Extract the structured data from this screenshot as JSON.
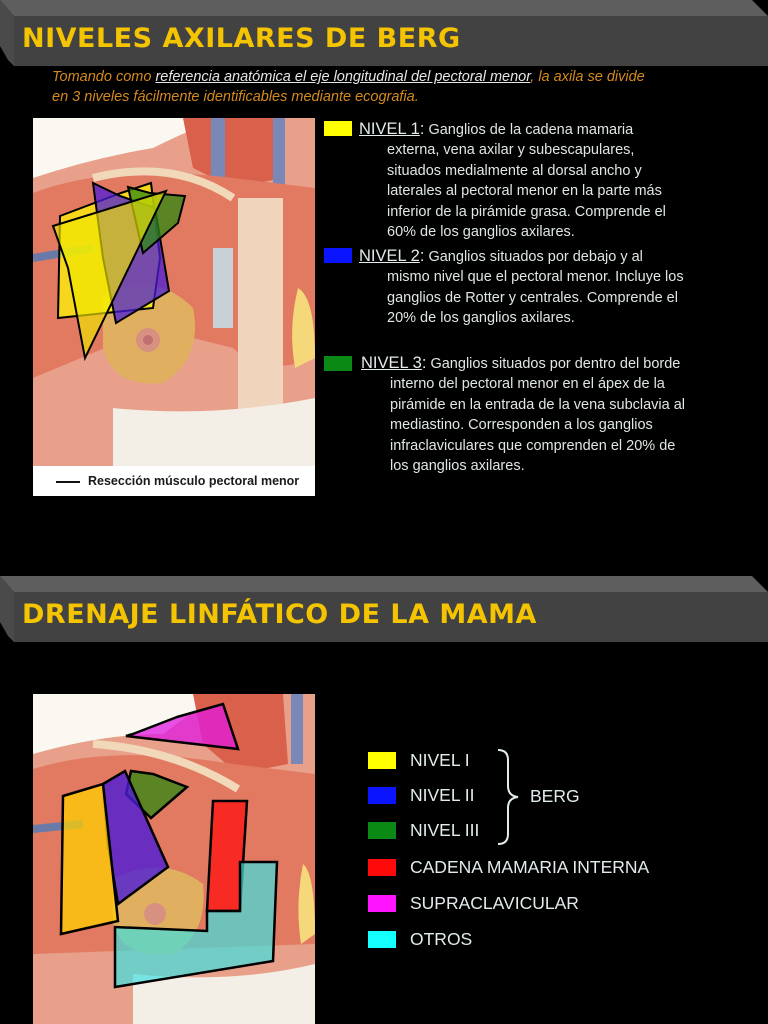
{
  "slide1": {
    "title": "NIVELES AXILARES DE BERG",
    "intro": {
      "prefix": "Tomando como ",
      "underlined": "referencia anatómica el eje longitudinal del pectoral menor",
      "suffix_line1": ", la axila se divide",
      "line2": "en 3 niveles  fácilmente identificables mediante ecografia."
    },
    "image_caption": "Resección músculo pectoral menor",
    "levels": [
      {
        "name": "NIVEL 1",
        "color": "#ffff00",
        "first_line": "Ganglios de la cadena mamaria",
        "body": [
          "externa, vena axilar y subescapulares,",
          "situados medialmente al dorsal ancho y",
          "laterales al pectoral menor en la parte más",
          "inferior de la pirámide grasa. Comprende el",
          "60% de los ganglios axilares."
        ]
      },
      {
        "name": "NIVEL 2",
        "color": "#0a14ff",
        "first_line": "Ganglios situados por debajo y al",
        "body": [
          "mismo nivel que el pectoral menor. Incluye los",
          "ganglios de Rotter y centrales. Comprende el",
          "20% de los ganglios axilares."
        ]
      },
      {
        "name": "NIVEL 3",
        "color": "#0a8a14",
        "first_line": "Ganglios situados por dentro del borde",
        "body": [
          "interno del pectoral menor en el ápex de la",
          "pirámide en la entrada de la vena subclavia al",
          "mediastino. Corresponden a los ganglios",
          "infraclaviculares que comprenden el 20% de",
          "los ganglios axilares."
        ]
      }
    ]
  },
  "slide2": {
    "title": "DRENAJE LINFÁTICO DE LA MAMA",
    "legend": [
      {
        "label": "NIVEL I",
        "color": "#ffff00"
      },
      {
        "label": "NIVEL II",
        "color": "#0a14ff"
      },
      {
        "label": "NIVEL III",
        "color": "#0a8a14"
      },
      {
        "label": "CADENA MAMARIA INTERNA",
        "color": "#ff0a0a"
      },
      {
        "label": "SUPRACLAVICULAR",
        "color": "#ff14ff"
      },
      {
        "label": "OTROS",
        "color": "#14ffff"
      }
    ],
    "group_label": "BERG"
  }
}
